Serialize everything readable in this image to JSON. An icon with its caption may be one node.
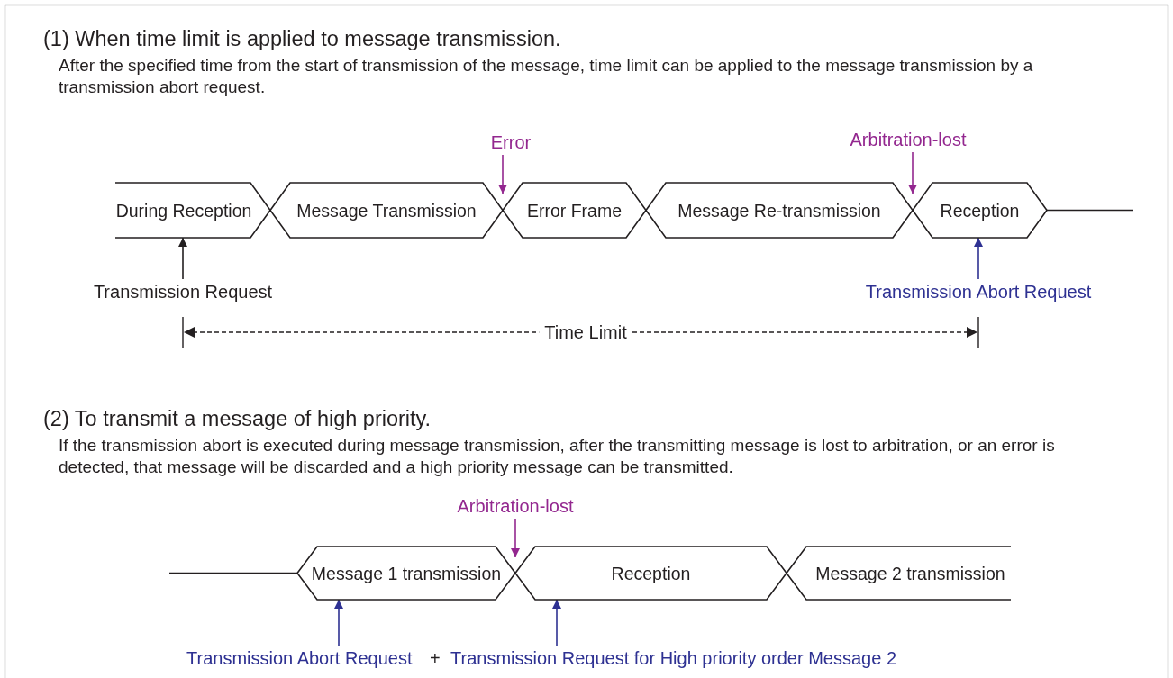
{
  "diagram": {
    "nodes": [
      {
        "text": [
          "During Reception"
        ]
      },
      {
        "text": [
          "Message Transmission"
        ]
      },
      {
        "text": [
          "Error Frame"
        ]
      },
      {
        "text": [
          "Message Re-transmission"
        ]
      },
      {
        "text": [
          "Reception"
        ]
      },
      {
        "text": [
          "Error"
        ]
      },
      {
        "text": [
          "Arbitration-lost"
        ]
      },
      {
        "text": [
          "Transmission Request"
        ]
      },
      {
        "text": [
          "Transmission Abort Request"
        ]
      },
      {
        "text": [
          "Message 1 transmission"
        ]
      },
      {
        "text": [
          "Reception"
        ]
      },
      {
        "text": [
          "Message 2 transmission"
        ]
      },
      {
        "text": [
          "Arbitration-lost"
        ]
      },
      {
        "text": [
          "Transmission Abort Request"
        ]
      },
      {
        "text": [
          "Transmission Request for High priority order Message 2"
        ]
      }
    ],
    "edges": [
      {
        "from": 5,
        "to": 2,
        "arrow": "to",
        "color": "#93278f"
      },
      {
        "from": 6,
        "to": 4,
        "arrow": "to",
        "color": "#93278f"
      },
      {
        "from": 7,
        "to": 0,
        "arrow": "to",
        "color": "#231f20"
      },
      {
        "from": 8,
        "to": 4,
        "arrow": "to",
        "color": "#2e3192"
      },
      {
        "from": 12,
        "to": 9,
        "arrow": "to",
        "color": "#93278f"
      },
      {
        "from": 13,
        "to": 9,
        "arrow": "to",
        "color": "#2e3192"
      },
      {
        "from": 14,
        "to": 10,
        "arrow": "to",
        "color": "#2e3192"
      }
    ],
    "labels": [
      "(1) When time limit is applied to message transmission.",
      "After the specified time from the start of transmission of the message, time limit can be applied to the message transmission by a transmission abort request.",
      "Time Limit",
      "(2) To transmit a message of high priority.",
      "If the transmission abort is executed during message transmission, after the transmitting message is lost to arbitration, or an error is detected, that message will be discarded and a high priority message can be transmitted.",
      "+"
    ]
  }
}
